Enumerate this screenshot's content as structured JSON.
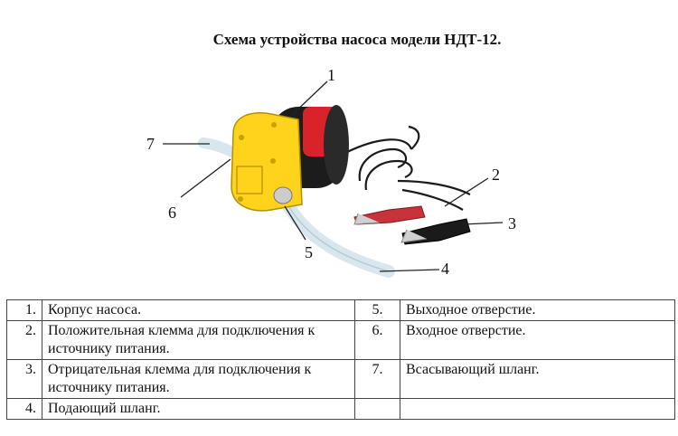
{
  "title": "Схема устройства насоса модели НДТ-12.",
  "callouts": [
    "1",
    "2",
    "3",
    "4",
    "5",
    "6",
    "7"
  ],
  "legend": {
    "rows": [
      {
        "n1": "1.",
        "d1": "Корпус насоса.",
        "n2": "5.",
        "d2": "Выходное отверстие."
      },
      {
        "n1": "2.",
        "d1": "Положительная клемма для подключения к источнику питания.",
        "n2": "6.",
        "d2": "Входное отверстие."
      },
      {
        "n1": "3.",
        "d1": "Отрицательная клемма для подключения к источнику питания.",
        "n2": "7.",
        "d2": "Всасывающий шланг."
      },
      {
        "n1": "4.",
        "d1": "Подающий шланг.",
        "n2": "",
        "d2": ""
      }
    ]
  },
  "colors": {
    "housing": "#ffd21c",
    "motor": "#1c1c1c",
    "label": "#d8232a",
    "clamp_red": "#c8323a",
    "clamp_black": "#1a1a1a",
    "hose": "#d8e6ee"
  }
}
